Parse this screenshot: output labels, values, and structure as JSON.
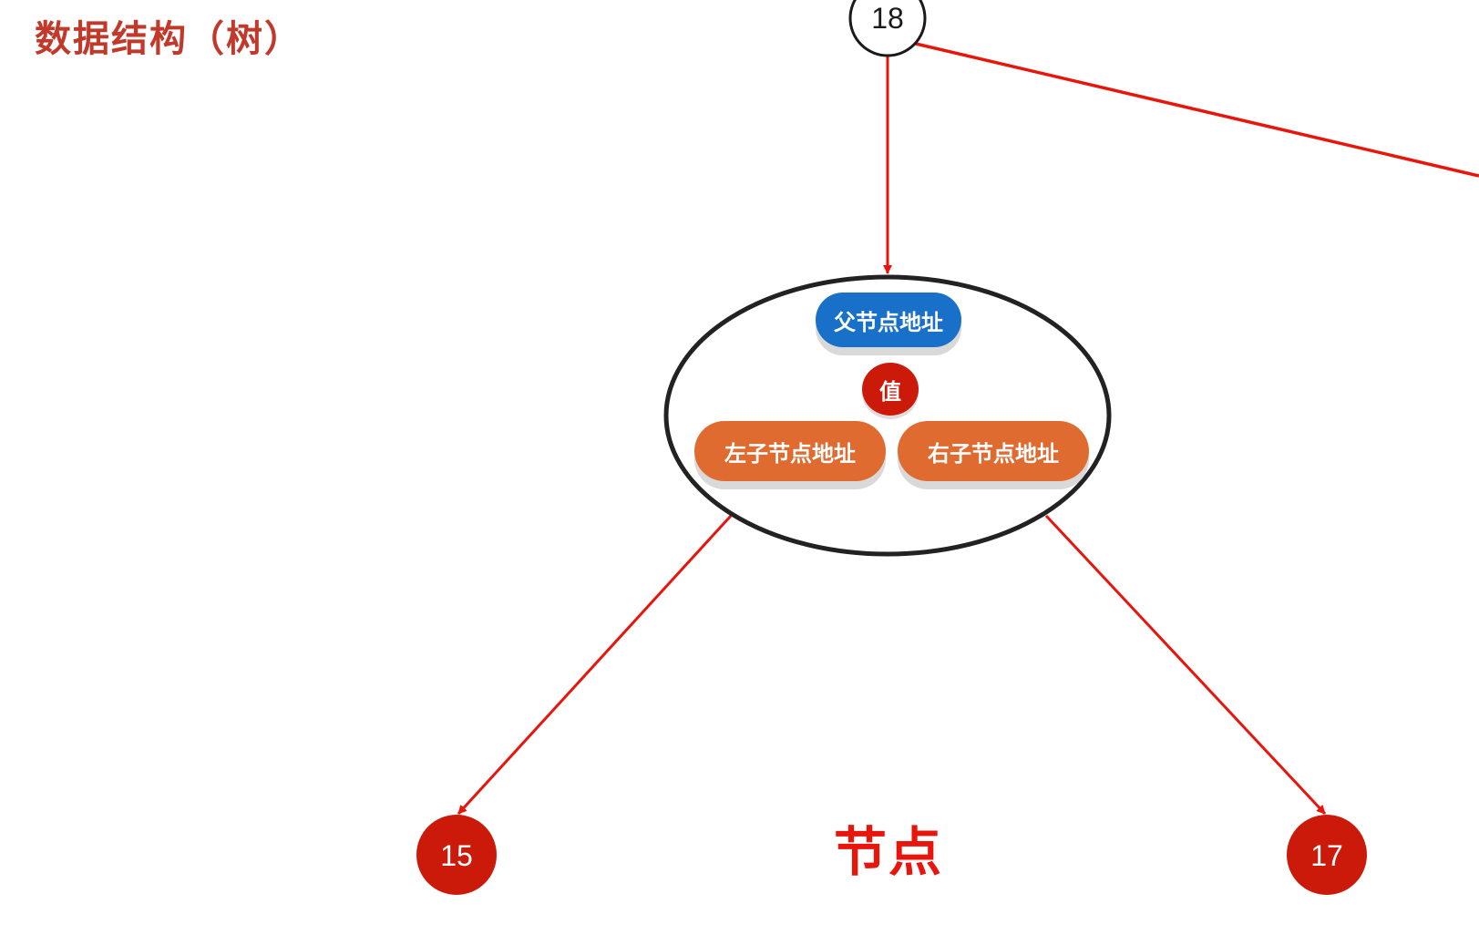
{
  "title": "数据结构（树）",
  "root_node": {
    "value": "18"
  },
  "node_structure": {
    "parent_address": "父节点地址",
    "value": "值",
    "left_child_address": "左子节点地址",
    "right_child_address": "右子节点地址"
  },
  "child_nodes": [
    {
      "value": "15"
    },
    {
      "value": "17"
    }
  ],
  "caption": "节点",
  "colors": {
    "title": "#c0392b",
    "arrow": "#e8150c",
    "child_node_fill": "#cc1a0a",
    "parent_pill": "#1870c8",
    "child_pill": "#e06b30",
    "outline": "#222222"
  }
}
